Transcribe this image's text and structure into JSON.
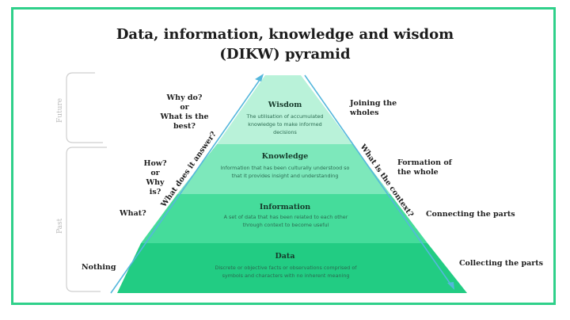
{
  "title": {
    "line1": "Data, information, knowledge and wisdom",
    "line2": "(DIKW) pyramid"
  },
  "colors": {
    "frame": "#2fd08a",
    "tier_wisdom": "#b9f2d9",
    "tier_knowledge": "#7de8bb",
    "tier_information": "#45dc9b",
    "tier_data": "#22cc83",
    "arrow": "#55b7dc"
  },
  "tiers": [
    {
      "title": "Wisdom",
      "description": "The utilisation of accumulated knowledge to make informed decisions"
    },
    {
      "title": "Knowledge",
      "description": "Information that has been culturally understood so that it provides insight and understanding"
    },
    {
      "title": "Information",
      "description": "A set of data that has been related to each other through context to become useful"
    },
    {
      "title": "Data",
      "description": "Discrete or objective facts or observations comprised of symbols and characters with no inherent meaning"
    }
  ],
  "left_axis": {
    "future": "Future",
    "past": "Past",
    "arrow_label": "What does it answer?",
    "answers": {
      "wisdom": [
        "Why do?",
        "or",
        "What is the best?"
      ],
      "knowledge": [
        "How?",
        "or",
        "Why is?"
      ],
      "information": "What?",
      "data": "Nothing"
    }
  },
  "right_axis": {
    "arrow_label": "What is the context?",
    "contexts": {
      "wisdom": [
        "Joining the",
        "wholes"
      ],
      "knowledge": [
        "Formation of",
        "the whole"
      ],
      "information": "Connecting the parts",
      "data": "Collecting the parts"
    }
  }
}
